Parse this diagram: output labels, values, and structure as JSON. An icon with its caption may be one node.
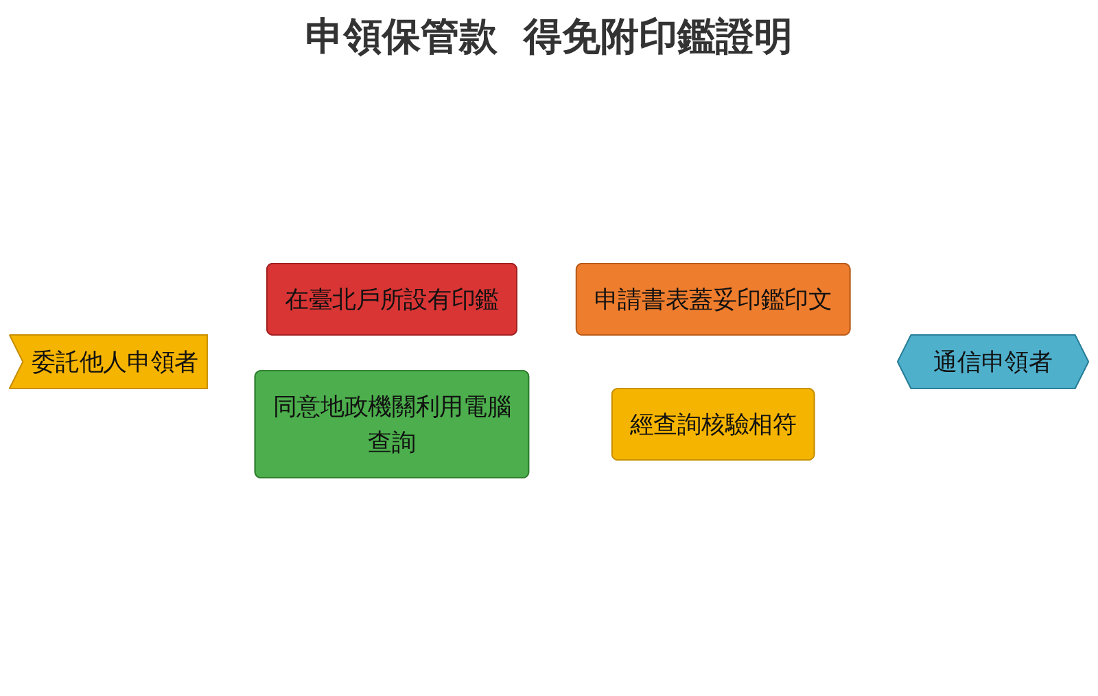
{
  "diagram": {
    "title": "申領保管款  得免附印鑑證明",
    "nodes": [
      {
        "text": [
          "委託他人申領者"
        ]
      },
      {
        "text": [
          "在臺北戶所設有印鑑"
        ]
      },
      {
        "text": [
          "申請書表蓋妥印鑑印文"
        ]
      },
      {
        "text": [
          "同意地政機關利用電腦查詢"
        ]
      },
      {
        "text": [
          "經查詢核驗相符"
        ]
      },
      {
        "text": [
          "通信申領者"
        ]
      }
    ],
    "edges": []
  }
}
